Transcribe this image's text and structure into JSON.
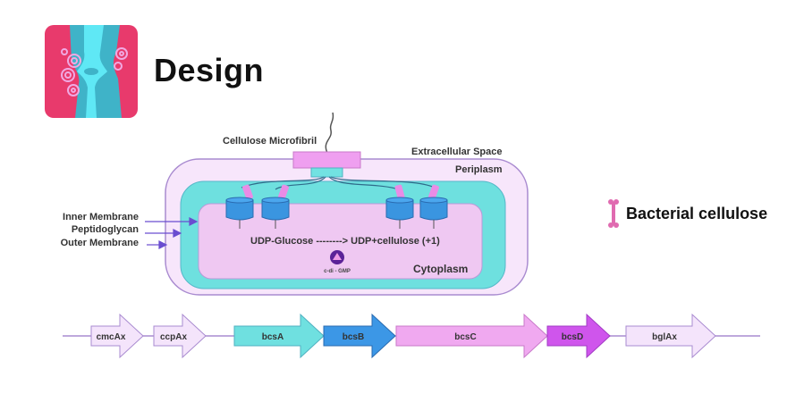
{
  "header": {
    "title": "Design",
    "logo_icon": "knee-joint-inflammation-icon"
  },
  "cell_diagram": {
    "labels": {
      "microfibril": "Cellulose Microfibril",
      "extracellular": "Extracellular Space",
      "periplasm": "Periplasm",
      "inner_membrane": "Inner Membrane",
      "peptidoglycan": "Peptidoglycan",
      "outer_membrane": "Outer Membrane",
      "reaction": "UDP-Glucose --------> UDP+cellulose (+1)",
      "cofactor": "c-di - GMP",
      "cytoplasm": "Cytoplasm"
    },
    "colors": {
      "outer": "#f7e6fb",
      "outer_stroke": "#a98bd0",
      "peptidoglycan": "#6ee0df",
      "cytoplasm": "#efc8f2",
      "protein": "#3a95e0",
      "export_box": "#ef9ff0",
      "pore": "#72e2e2",
      "cofactor": "#5b2298",
      "arrow": "#6a4dd0"
    }
  },
  "legend": {
    "label": "Bacterial cellulose",
    "icon": "cellulose-fiber-icon",
    "color": "#e06bb0"
  },
  "operon": {
    "genes": [
      {
        "name": "cmcAx",
        "color": "#f4e4fb"
      },
      {
        "name": "ccpAx",
        "color": "#f4e4fb"
      },
      {
        "name": "bcsA",
        "color": "#6fe0e0"
      },
      {
        "name": "bcsB",
        "color": "#3c97e6"
      },
      {
        "name": "bcsC",
        "color": "#f0a9f0"
      },
      {
        "name": "bcsD",
        "color": "#cf55ec"
      },
      {
        "name": "bglAx",
        "color": "#f4e4fb"
      }
    ]
  }
}
